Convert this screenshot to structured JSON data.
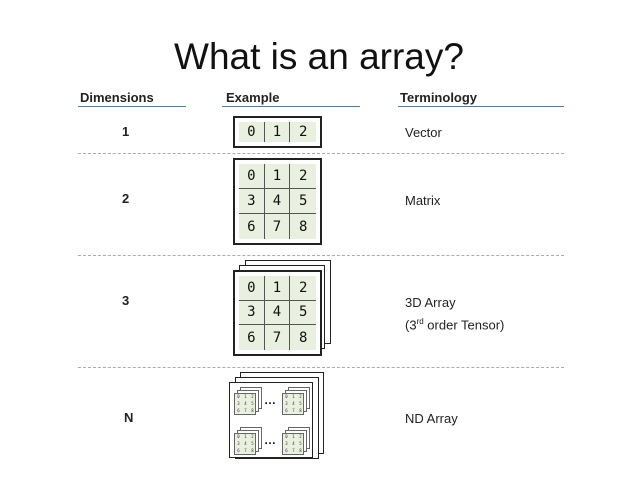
{
  "title": "What is an array?",
  "headers": {
    "dimensions": "Dimensions",
    "example": "Example",
    "terminology": "Terminology"
  },
  "rows": [
    {
      "dimension": "1",
      "terminology": "Vector"
    },
    {
      "dimension": "2",
      "terminology": "Matrix"
    },
    {
      "dimension": "3",
      "terminology_line1": "3D Array",
      "terminology_line2_pre": "(3",
      "terminology_line2_sup": "rd",
      "terminology_line2_post": " order Tensor)"
    },
    {
      "dimension": "N",
      "terminology": "ND Array",
      "ellipsis": "…"
    }
  ],
  "vector_values": [
    "0",
    "1",
    "2"
  ],
  "matrix_values": [
    [
      "0",
      "1",
      "2"
    ],
    [
      "3",
      "4",
      "5"
    ],
    [
      "6",
      "7",
      "8"
    ]
  ],
  "colors": {
    "cell_fill": "#eaf0e0",
    "header_rule": "#4a7aa8",
    "divider": "#aaaaaa"
  }
}
